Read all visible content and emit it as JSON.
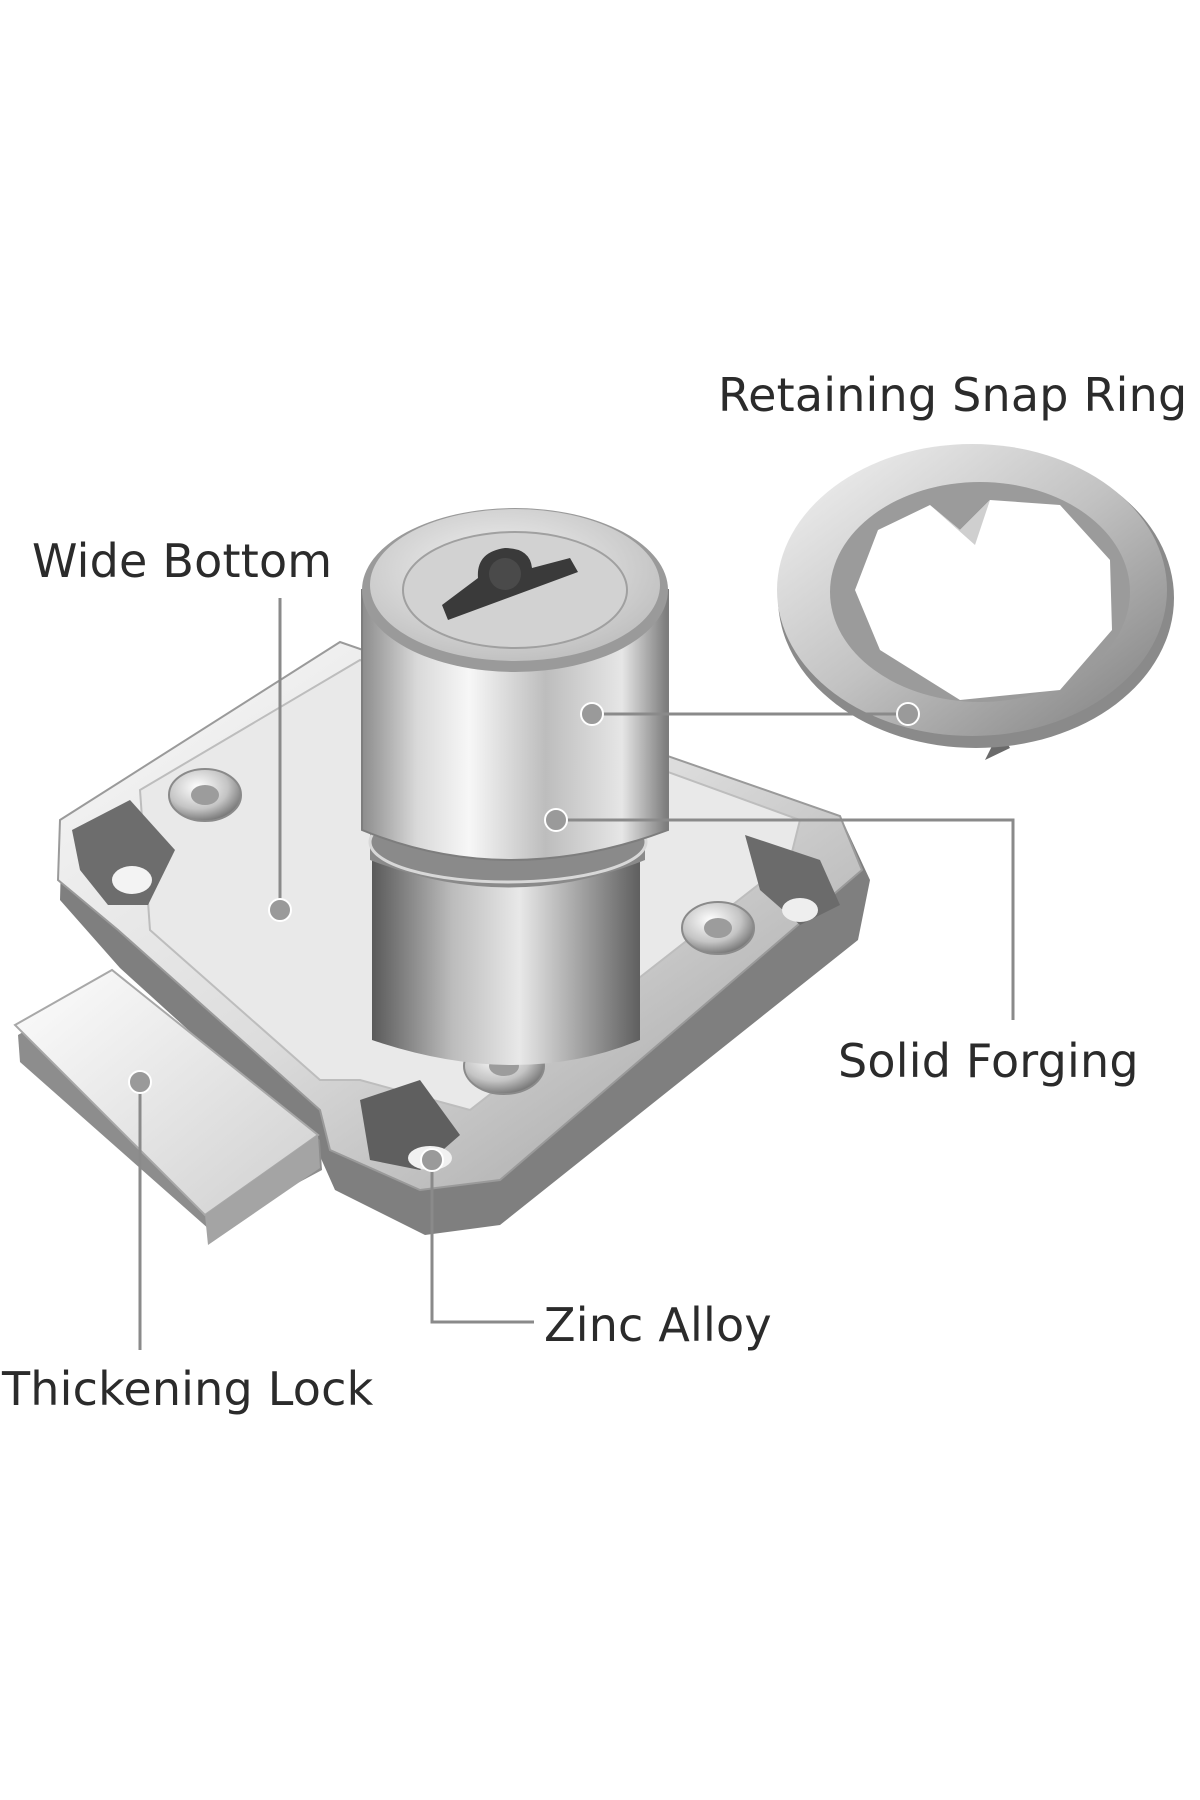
{
  "labels": {
    "retaining_snap_ring": "Retaining Snap Ring",
    "wide_bottom": "Wide Bottom",
    "solid_forging": "Solid Forging",
    "zinc_alloy": "Zinc Alloy",
    "thickening_lock": "Thickening Lock"
  },
  "colors": {
    "background": "#ffffff",
    "label_text": "#2b2b2b",
    "leader_line": "#8a8a8a",
    "metal_light": "#f2f2f2",
    "metal_mid": "#c8c8c8",
    "metal_dark": "#6e6e6e"
  }
}
